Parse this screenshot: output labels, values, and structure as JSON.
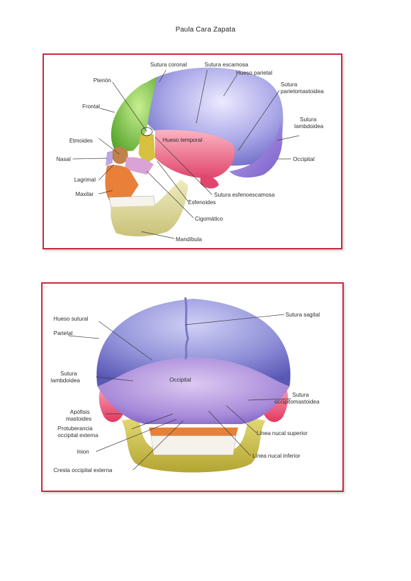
{
  "header": {
    "author": "Paula Cara Zapata"
  },
  "colors": {
    "frame": "#c8253a",
    "parietal": "#a8a6e6",
    "frontal": "#8ccf5a",
    "temporal": "#f06a8a",
    "occipital": "#a58ad9",
    "mandible": "#ddd9a0",
    "maxilla": "#e8803a",
    "sphenoid": "#d8c040",
    "zygomatic": "#d9a3d6",
    "mandible_posterior": "#c9bb3e"
  },
  "lateral_view": {
    "labels": {
      "sutura_coronal": "Sutura coronal",
      "sutura_escamosa": "Sutura escamosa",
      "hueso_parietal": "Hueso parietal",
      "pterion": "Pterión",
      "sutura_parietomastoidea_1": "Sutura",
      "sutura_parietomastoidea_2": "parietomastoidea",
      "frontal": "Frontal",
      "sutura_lambdoidea_1": "Sutura",
      "sutura_lambdoidea_2": "lambdoidea",
      "etmoides": "Etmoides",
      "hueso_temporal": "Hueso temporal",
      "nasal": "Nasal",
      "occipital": "Occipital",
      "lagrimal": "Lagrimal",
      "maxilar": "Maxilar",
      "sutura_esfenoescamosa": "Sutura esfenoescamosa",
      "esfenoides": "Esfenoides",
      "cigomatico": "Cigomático",
      "mandibula": "Mandíbula"
    }
  },
  "posterior_view": {
    "labels": {
      "hueso_sutural": "Hueso sutural",
      "sutura_sagital": "Sutura sagital",
      "parietal": "Parietal",
      "sutura_lambdoidea_1": "Sutura",
      "sutura_lambdoidea_2": "lambdoidea",
      "occipital": "Occipital",
      "sutura_occipitomastoidea_1": "Sutura",
      "sutura_occipitomastoidea_2": "occipitomastoidea",
      "apofisis_mastoides_1": "Apófisis",
      "apofisis_mastoides_2": "mastoides",
      "protuberancia_1": "Protuberancia",
      "protuberancia_2": "occipital externa",
      "linea_nucal_superior": "Línea nucal superior",
      "inion": "Inion",
      "linea_nucal_inferior": "Línea nucal inferior",
      "cresta_occipital_externa": "Cresta occipital externa"
    }
  }
}
